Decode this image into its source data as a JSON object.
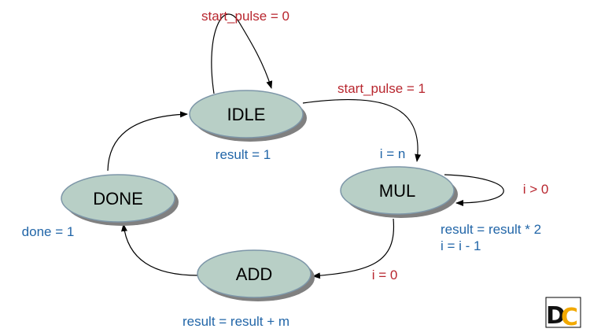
{
  "diagram": {
    "states": {
      "idle": "IDLE",
      "mul": "MUL",
      "add": "ADD",
      "done": "DONE"
    },
    "labels": {
      "idle_self": "start_pulse = 0",
      "idle_to_mul": "start_pulse = 1",
      "idle_output": "result = 1",
      "mul_entry": "i = n",
      "mul_self": "i > 0",
      "mul_output_1": "result = result * 2",
      "mul_output_2": "i = i - 1",
      "mul_to_add": "i = 0",
      "add_output": "result = result + m",
      "done_output": "done = 1"
    },
    "logo": {
      "letter_d": "D",
      "letter_c": "C"
    },
    "colors": {
      "node_fill": "#b8cfc6",
      "node_stroke": "#7d96a8",
      "node_shadow": "#808080",
      "transition_label": "#b8262e",
      "output_label": "#2266a8",
      "arrow": "#000000",
      "logo_d": "#111111",
      "logo_c": "#f2a900"
    }
  }
}
